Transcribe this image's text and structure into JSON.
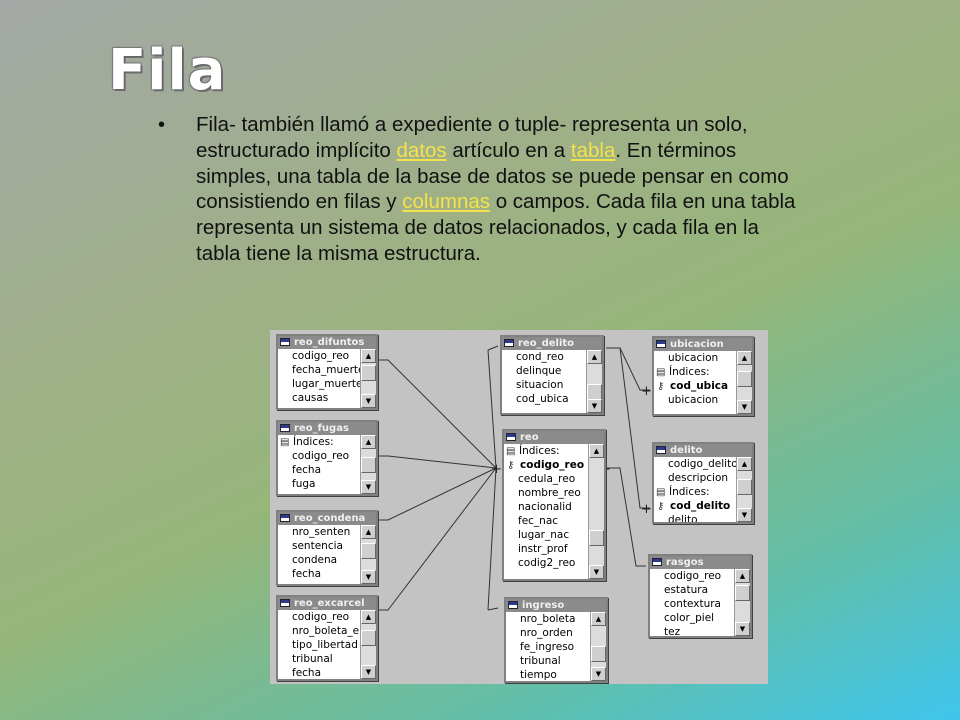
{
  "slide": {
    "title": "Fila",
    "bullet": {
      "p1": "Fila- también llamó a expediente o tuple- representa un solo, estructurado implícito ",
      "link1": "datos",
      "p2": " artículo en a ",
      "link2": "tabla",
      "p3": ". En términos simples, una tabla de la base de datos se puede pensar en como consistiendo en filas y ",
      "link3": "columnas",
      "p4": " o campos. Cada fila en una tabla representa un sistema de datos relacionados, y cada fila en la tabla tiene la misma estructura."
    }
  },
  "diagram": {
    "tables": [
      {
        "title": "reo_difuntos",
        "rows": [
          "codigo_reo",
          "fecha_muerte",
          "lugar_muerte",
          "causas"
        ]
      },
      {
        "title": "reo_fugas",
        "rows": [
          "Índices:",
          "codigo_reo",
          "fecha",
          "fuga"
        ]
      },
      {
        "title": "reo_condena",
        "rows": [
          "nro_senten",
          "sentencia",
          "condena",
          "fecha"
        ]
      },
      {
        "title": "reo_excarcel",
        "rows": [
          "codigo_reo",
          "nro_boleta_e",
          "tipo_libertad",
          "tribunal",
          "fecha"
        ]
      },
      {
        "title": "reo_delito",
        "rows": [
          "cond_reo",
          "delinque",
          "situacion",
          "cod_ubica"
        ]
      },
      {
        "title": "reo",
        "rows": [
          "Índices:",
          "codigo_reo",
          "cedula_reo",
          "nombre_reo",
          "nacionalid",
          "fec_nac",
          "lugar_nac",
          "instr_prof",
          "codig2_reo"
        ]
      },
      {
        "title": "ingreso",
        "rows": [
          "nro_boleta",
          "nro_orden",
          "fe_ingreso",
          "tribunal",
          "tiempo"
        ]
      },
      {
        "title": "ubicacion",
        "rows": [
          "ubicacion",
          "Índices:",
          "cod_ubica",
          "ubicacion"
        ]
      },
      {
        "title": "delito",
        "rows": [
          "codigo_delito",
          "descripcion",
          "Índices:",
          "cod_delito",
          "delito"
        ]
      },
      {
        "title": "rasgos",
        "rows": [
          "codigo_reo",
          "estatura",
          "contextura",
          "color_piel",
          "tez"
        ]
      }
    ]
  }
}
